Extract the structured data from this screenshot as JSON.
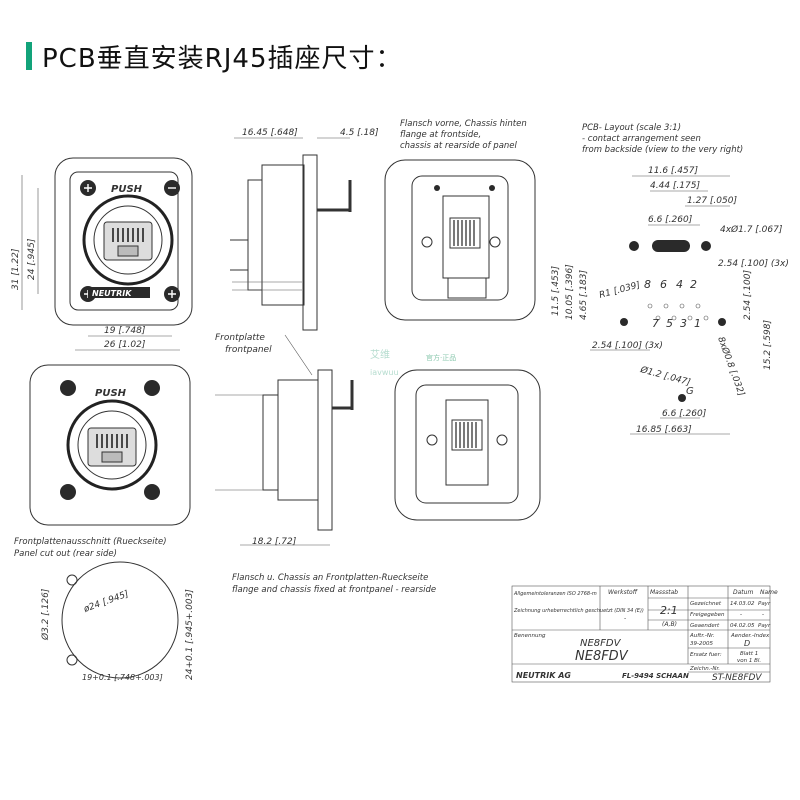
{
  "header": {
    "title": "PCB垂直安装RJ45插座尺寸：",
    "accent": "#12a37a"
  },
  "front_view": {
    "logo": "PUSH",
    "brand": "NEUTRIK",
    "dims": {
      "h_outer": "31 [1.22]",
      "h_inner": "24 [.945]",
      "w_inner": "19 [.748]",
      "w_outer": "26 [1.02]"
    }
  },
  "side_view": {
    "dim_a": "16.45 [.648]",
    "dim_b": "4.5 [.18]",
    "dim_c": "18.2 [.72]"
  },
  "notes": {
    "flansch_vorne": [
      "Flansch vorne, Chassis hinten",
      "flange at frontside,",
      "chassis at rearside of panel"
    ],
    "frontplatte": [
      "Frontplatte",
      "frontpanel"
    ],
    "flansch_hinten": [
      "Flansch u. Chassis an Frontplatten-Rueckseite",
      "flange and chassis fixed at frontpanel - rearside"
    ],
    "panel_cut": [
      "Frontplattenausschnitt (Rueckseite)",
      "Panel cut out (rear side)"
    ]
  },
  "pcb_layout": {
    "title": [
      "PCB- Layout (scale 3:1)",
      "- contact arrangement seen",
      "from backside (view to the very right)"
    ],
    "dims": {
      "d116": "11.6 [.457]",
      "d444": "4.44 [.175]",
      "d127": "1.27 [.050]",
      "d66": "6.6 [.260]",
      "hole17": "4xØ1.7 [.067]",
      "d254x3": "2.54 [.100] (3x)",
      "r1": "R1 [.039]",
      "v115": "11.5 [.453]",
      "v1005": "10.05 [.396]",
      "v465": "4.65 [.183]",
      "v254": "2.54 [.100]",
      "v152": "15.2 [.598]",
      "d254b": "2.54 [.100] (3x)",
      "d12": "Ø1.2 [.047]",
      "hole08": "8xØ0.8 [.032]",
      "d66b": "6.6 [.260]",
      "d1685": "16.85 [.663]"
    },
    "pins_top": [
      "8",
      "6",
      "4",
      "2"
    ],
    "pins_bottom": [
      "7",
      "5",
      "3",
      "1"
    ],
    "g_label": "G"
  },
  "panel_cut": {
    "dia": "ø24 [.945]",
    "hole": "Ø3.2 [.126]",
    "h": "24+0.1 [.945+.003]",
    "w": "19+0.1 [.748+.003]"
  },
  "title_block": {
    "tol": "Allgemeintoleranzen ISO 2768-m",
    "copyright": "Zeichnung urheberrechtlich geschuetzt (DIN 34 (E))",
    "workstoff": "Werkstoff",
    "massstab": "Massstab",
    "scale": "2:1",
    "ab": "(A,B)",
    "dash": "-",
    "rows": [
      [
        "Gezeichnet",
        "14.03.02",
        "Payr"
      ],
      [
        "Freigegeben",
        "-",
        "-"
      ],
      [
        "Geaendert",
        "04.02.05",
        "Payr"
      ]
    ],
    "datum": "Datum",
    "name": "Name",
    "benennung": "Benennung",
    "name1": "NE8FDV",
    "name2": "NE8FDV",
    "auftr": "Auftr.-Nr.",
    "auftr_val": "39-2005",
    "ersatz": "Ersatz fuer:",
    "aender": "Aender.-Index",
    "index": "D",
    "blatt": "Blatt 1",
    "von": "von 1 Bl.",
    "brand": "NEUTRIK AG",
    "addr": "FL-9494 SCHAAN",
    "zeichn": "Zeichn.-Nr.",
    "drawing_no": "ST-NE8FDV"
  },
  "watermark": {
    "line1": "艾维",
    "line2": "iavwuu",
    "badge": "官方·正品"
  }
}
